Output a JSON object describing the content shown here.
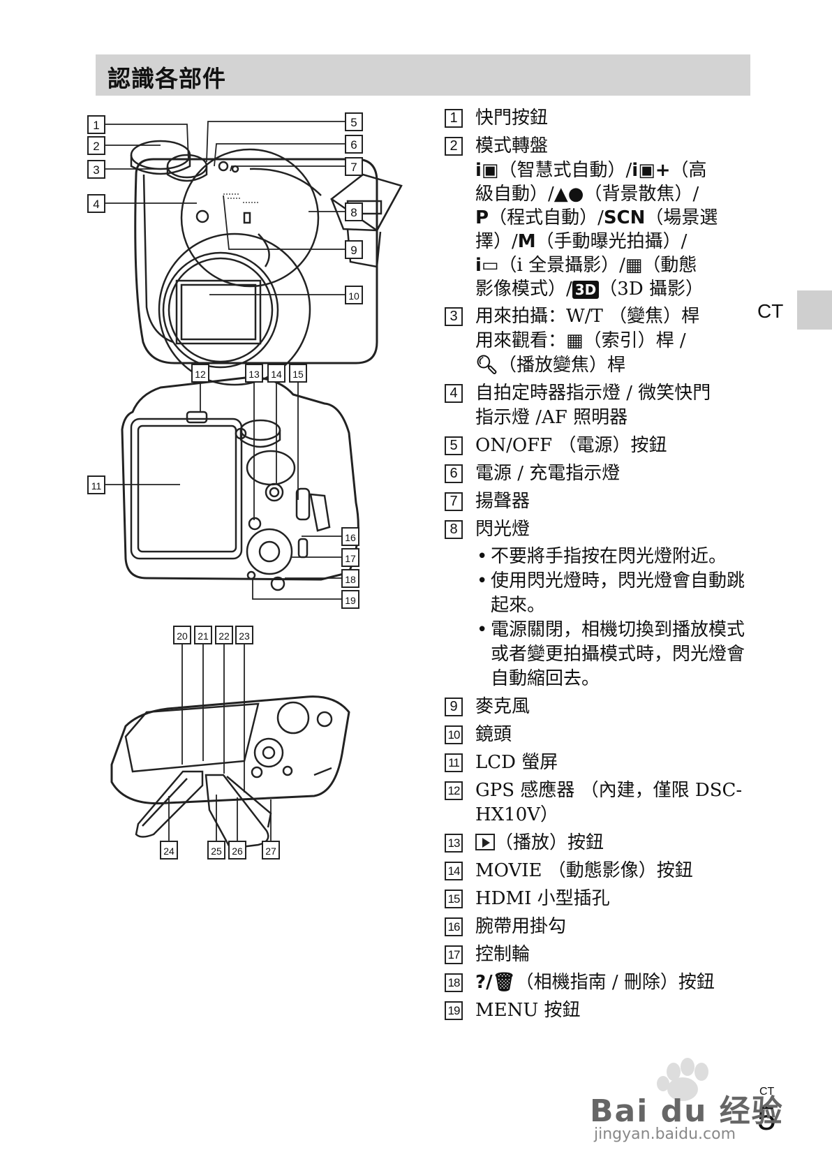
{
  "header": {
    "title": "認識各部件"
  },
  "side_code": "CT",
  "figures": {
    "front_labels": [
      "1",
      "2",
      "3",
      "4",
      "5",
      "6",
      "7",
      "8",
      "9",
      "10"
    ],
    "back_labels": [
      "11",
      "12",
      "13",
      "14",
      "15",
      "16",
      "17",
      "18",
      "19"
    ],
    "bottom_labels": [
      "20",
      "21",
      "22",
      "23",
      "24",
      "25",
      "26",
      "27"
    ]
  },
  "items": [
    {
      "n": "1",
      "lines": [
        "快門按鈕"
      ]
    },
    {
      "n": "2",
      "lines": [
        "模式轉盤"
      ],
      "modes": {
        "l1a": "（智慧式自動）/",
        "l1b": "（高",
        "l2a": "級自動）/",
        "l2b": "（背景散焦）/",
        "l3a": "（程式自動）/",
        "l3b": "（場景選",
        "l4a": "擇）/",
        "l4b": "（手動曝光拍攝）/",
        "l5a": "（i 全景攝影）/",
        "l5b": "（動態",
        "l6a": "影像模式）/",
        "l6b": "（3D 攝影）",
        "scn": "SCN",
        "p": "P",
        "m": "M",
        "i": "i",
        "badge3d": "3D"
      }
    },
    {
      "n": "3",
      "lines": [
        "用來拍攝：W/T （變焦）桿"
      ],
      "line2a": "用來觀看：",
      "line2b": "（索引）桿 /",
      "line3": "（播放變焦）桿"
    },
    {
      "n": "4",
      "lines": [
        "自拍定時器指示燈 / 微笑快門",
        "指示燈 /AF 照明器"
      ]
    },
    {
      "n": "5",
      "lines": [
        "ON/OFF （電源）按鈕"
      ]
    },
    {
      "n": "6",
      "lines": [
        "電源 / 充電指示燈"
      ]
    },
    {
      "n": "7",
      "lines": [
        "揚聲器"
      ]
    },
    {
      "n": "8",
      "lines": [
        "閃光燈"
      ],
      "bullets": [
        "不要將手指按在閃光燈附近。",
        "使用閃光燈時，閃光燈會自動跳起來。",
        "電源關閉，相機切換到播放模式或者變更拍攝模式時，閃光燈會自動縮回去。"
      ]
    },
    {
      "n": "9",
      "lines": [
        "麥克風"
      ]
    },
    {
      "n": "10",
      "lines": [
        "鏡頭"
      ]
    },
    {
      "n": "11",
      "lines": [
        "LCD 螢屏"
      ]
    },
    {
      "n": "12",
      "lines": [
        "GPS 感應器 （內建，僅限 DSC-",
        "HX10V）"
      ]
    },
    {
      "n": "13",
      "lines": [
        "（播放）按鈕"
      ]
    },
    {
      "n": "14",
      "lines": [
        "MOVIE （動態影像）按鈕"
      ]
    },
    {
      "n": "15",
      "lines": [
        "HDMI 小型插孔"
      ]
    },
    {
      "n": "16",
      "lines": [
        "腕帶用掛勾"
      ]
    },
    {
      "n": "17",
      "lines": [
        "控制輪"
      ]
    },
    {
      "n": "18",
      "lines": [
        "（相機指南 / 刪除）按鈕"
      ],
      "prefix": "?/"
    },
    {
      "n": "19",
      "lines": [
        "MENU 按鈕"
      ]
    }
  ],
  "footer": {
    "page": "5",
    "code": "CT"
  },
  "watermark": {
    "brand": "Bai du 经验",
    "url": "jingyan.baidu.com"
  }
}
